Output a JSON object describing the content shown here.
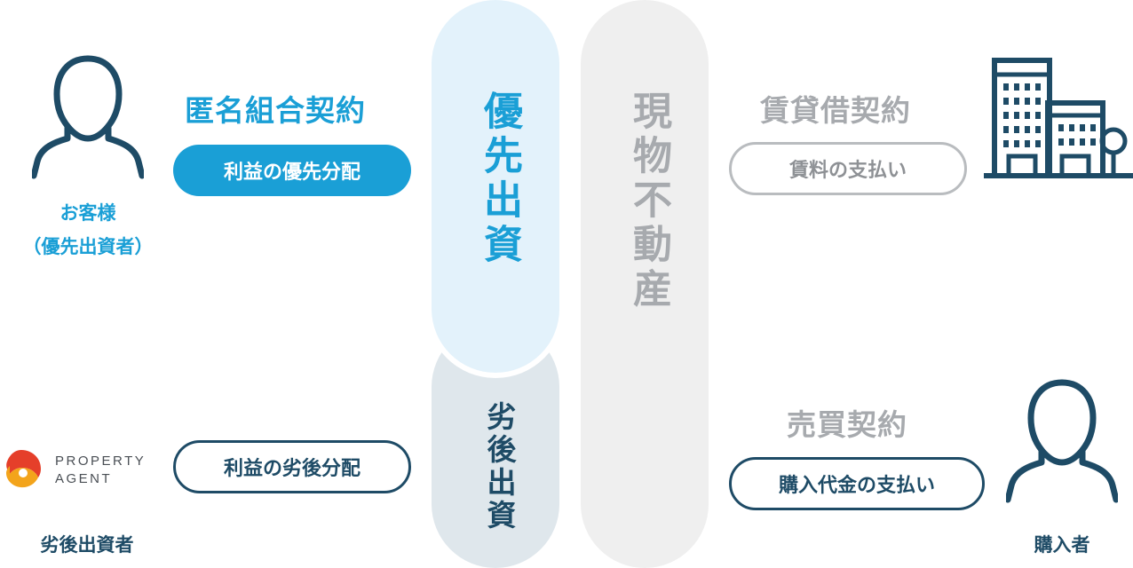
{
  "left": {
    "customer_label_line1": "お客様",
    "customer_label_line2": "（優先出資者）",
    "contract_title": "匿名組合契約",
    "priority_pill": "利益の優先分配",
    "logo_line1": "PROPERTY",
    "logo_line2": "AGENT",
    "subordinate_pill": "利益の劣後分配",
    "subordinate_label": "劣後出資者"
  },
  "center": {
    "priority_column": "優先出資",
    "subordinate_column": "劣後出資",
    "real_estate_column": "現物不動産"
  },
  "right": {
    "lease_title": "賃貸借契約",
    "lease_pill": "賃料の支払い",
    "sale_title": "売買契約",
    "sale_pill": "購入代金の支払い",
    "buyer_label": "購入者"
  },
  "colors": {
    "blue": "#1a9fd6",
    "dark": "#1e4b66",
    "gray": "#a7aaae",
    "light_blue": "#e3f2fb",
    "slate": "#dfe7ec",
    "light_gray": "#efefef"
  }
}
